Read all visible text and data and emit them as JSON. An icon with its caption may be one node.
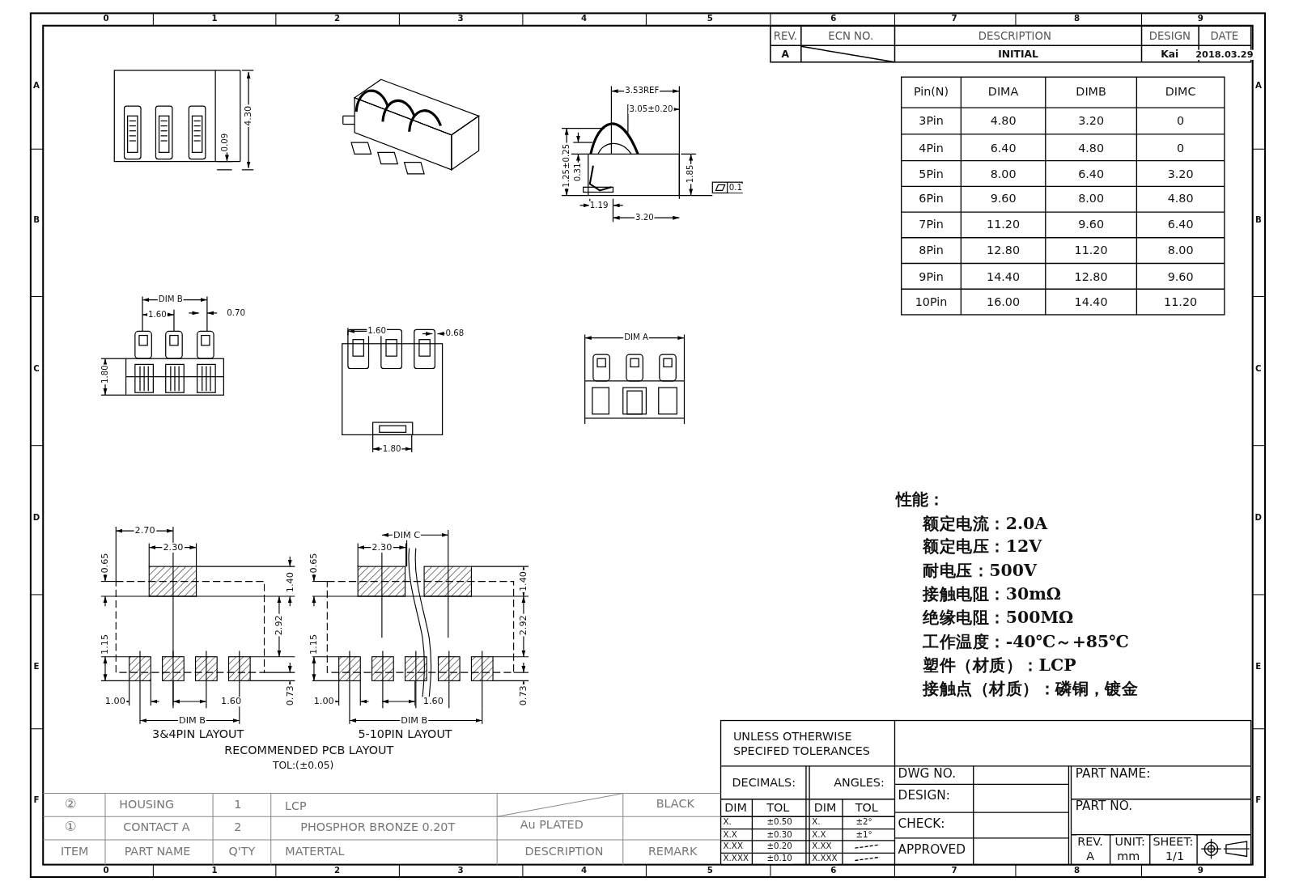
{
  "diagram": {
    "labels": [
      "0",
      "1",
      "2",
      "3",
      "4",
      "5",
      "6",
      "7",
      "8",
      "9",
      "REV.",
      "ECN NO.",
      "DESCRIPTION",
      "DESIGN",
      "DATE",
      "A",
      "INITIAL",
      "Kai",
      "2018.03.29",
      "Pin(N)",
      "DIMA",
      "DIMB",
      "DIMC",
      "3Pin",
      "4.80",
      "3.20",
      "0",
      "4Pin",
      "6.40",
      "4.80",
      "0",
      "5Pin",
      "8.00",
      "6.40",
      "3.20",
      "6Pin",
      "9.60",
      "8.00",
      "4.80",
      "7Pin",
      "11.20",
      "9.60",
      "6.40",
      "8Pin",
      "12.80",
      "11.20",
      "8.00",
      "9Pin",
      "14.40",
      "12.80",
      "9.60",
      "10Pin",
      "16.00",
      "14.40",
      "11.20",
      "4.30",
      "0.09",
      "3.53REF",
      "3.05±0.20",
      "1.25±0.25",
      "0.31",
      "1.85",
      "0.1",
      "1.19",
      "3.20",
      "DIM B",
      "1.60",
      "0.70",
      "1.80",
      "1.60",
      "0.68",
      "1.80",
      "DIM A",
      "性能：",
      "额定电流：2.0A",
      "额定电压：12V",
      "耐电压：500V",
      "接触电阻：30mΩ",
      "绝缘电阻：500MΩ",
      "工作温度：-40℃～+85℃",
      "塑件（材质）：LCP",
      "接触点（材质）：磷铜，镀金",
      "2.70",
      "2.30",
      "0.65",
      "1.40",
      "2.92",
      "1.15",
      "0.73",
      "1.00",
      "1.60",
      "DIM B",
      "3&4PIN LAYOUT",
      "DIM C",
      "2.30",
      "0.65",
      "1.40",
      "2.92",
      "1.15",
      "0.73",
      "1.00",
      "1.60",
      "DIM B",
      "5-10PIN LAYOUT",
      "RECOMMENDED PCB LAYOUT",
      "TOL:(±0.05)",
      "②",
      "HOUSING",
      "1",
      "LCP",
      "BLACK",
      "①",
      "CONTACT A",
      "2",
      "PHOSPHOR BRONZE 0.20T",
      "Au PLATED",
      "ITEM",
      "PART NAME",
      "Q'TY",
      "MATERTAL",
      "DESCRIPTION",
      "REMARK",
      "UNLESS OTHERWISE SPECIFED TOLERANCES",
      "DECIMALS:",
      "ANGLES:",
      "DIM",
      "TOL",
      "DIM",
      "TOL",
      "X.",
      "±0.50",
      "X.",
      "±2°",
      "X.X",
      "±0.30",
      "X.X",
      "±1°",
      "X.XX",
      "±0.20",
      "X.XX",
      "X.XXX",
      "±0.10",
      "X.XXX",
      "DWG NO.",
      "DESIGN:",
      "CHECK:",
      "APPROVED",
      "PART NAME:",
      "PART NO.",
      "REV.",
      "A",
      "UNIT:",
      "mm",
      "SHEET:",
      "1/1",
      "0",
      "1",
      "2",
      "3",
      "4",
      "5",
      "6",
      "7",
      "8",
      "9",
      "A",
      "B",
      "C",
      "D",
      "E",
      "F",
      "A",
      "B",
      "C",
      "D",
      "E",
      "F"
    ]
  }
}
